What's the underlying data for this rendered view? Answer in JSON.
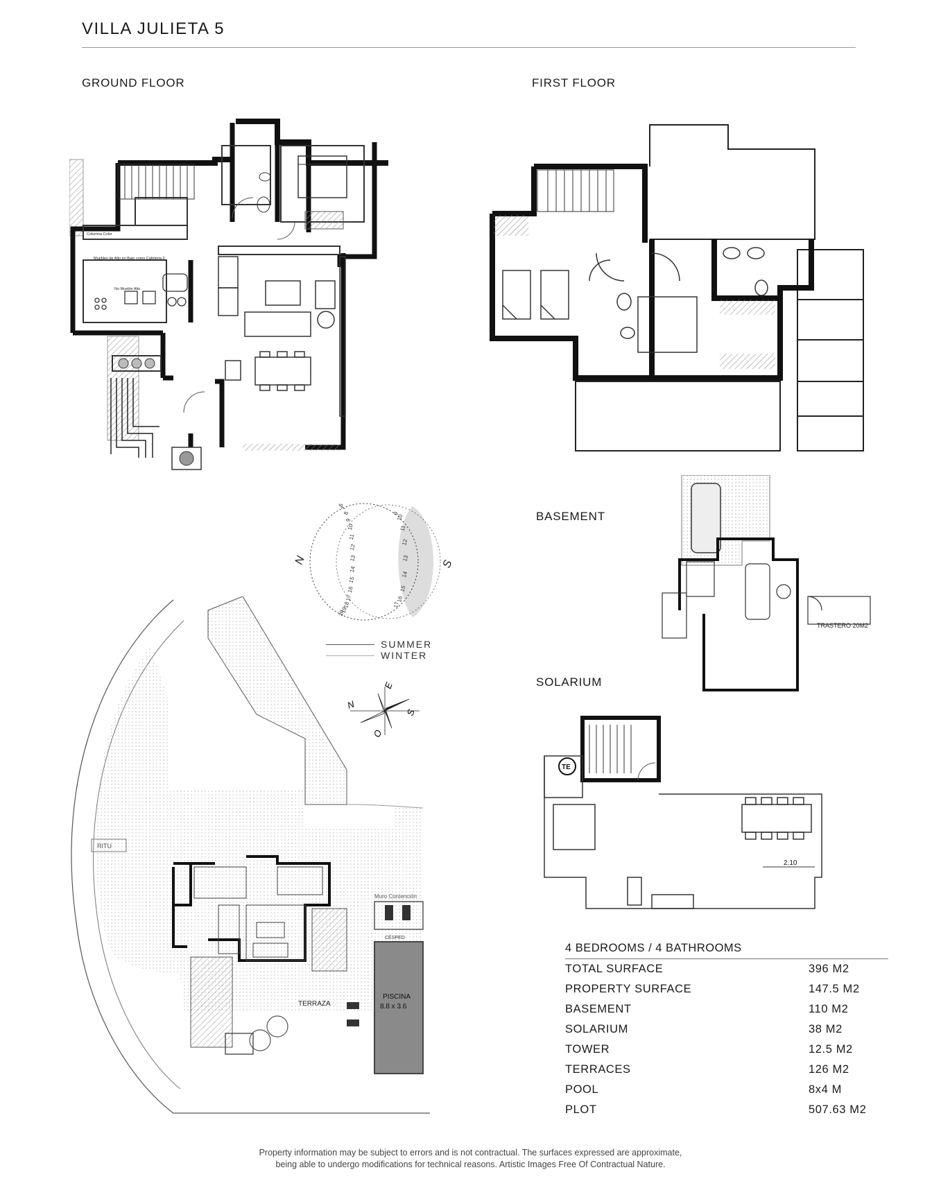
{
  "title": "VILLA JULIETA 5",
  "floors": {
    "ground": "GROUND FLOOR",
    "first": "FIRST FLOOR",
    "basement": "BASEMENT",
    "solarium": "SOLARIUM"
  },
  "sunpath": {
    "north": "N",
    "south": "S",
    "summer_hours": [
      "6",
      "7",
      "8",
      "9",
      "10",
      "11",
      "12",
      "13",
      "14",
      "15",
      "16",
      "17",
      "18",
      "19",
      "20"
    ],
    "winter_hours": [
      "9",
      "10",
      "11",
      "12",
      "13",
      "14",
      "15",
      "16",
      "17"
    ],
    "legend_summer": "SUMMER",
    "legend_winter": "WINTER"
  },
  "compass": {
    "n": "N",
    "e": "E",
    "s": "S",
    "o": "O"
  },
  "plan_labels": {
    "ground_cooler": "Columna Color",
    "ground_furniture": "Muebles de Alto en Bajo como Cafeteria 2",
    "ground_no_furniture": "No Mueble Alto",
    "site_ritu": "RITU",
    "site_wall": "Muro Contención",
    "site_cesped": "CÉSPED",
    "site_terraza": "TERRAZA",
    "site_piscina": "PISCINA",
    "site_piscina_size": "8.8 x 3.6",
    "basement_storage": "TRASTERO 20M2",
    "solarium_te": "TE",
    "solarium_dim": "2.10"
  },
  "specs": {
    "heading": "4 BEDROOMS / 4 BATHROOMS",
    "rows": [
      {
        "label": "TOTAL SURFACE",
        "value": "396 M2"
      },
      {
        "label": "PROPERTY SURFACE",
        "value": "147.5 M2"
      },
      {
        "label": "BASEMENT",
        "value": "110 M2"
      },
      {
        "label": "SOLARIUM",
        "value": "38 M2"
      },
      {
        "label": "TOWER",
        "value": "12.5 M2"
      },
      {
        "label": "TERRACES",
        "value": "126 M2"
      },
      {
        "label": "POOL",
        "value": "8x4 M"
      },
      {
        "label": "PLOT",
        "value": "507.63 M2"
      }
    ]
  },
  "disclaimer": {
    "line1": "Property information may be subject to errors and is not contractual. The surfaces expressed are approximate,",
    "line2": "being able to undergo modifications for technical reasons. Artistic Images Free Of Contractual Nature."
  }
}
